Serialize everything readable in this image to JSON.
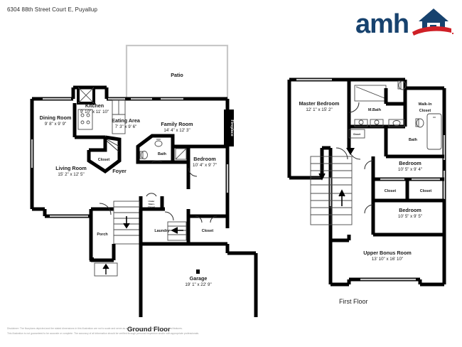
{
  "header": {
    "address": "6304 88th Street Court E, Puyallup",
    "logo": {
      "wordmark": "amh",
      "navy": "#17426e",
      "red": "#cf2027",
      "icon_name": "house-roof-icon"
    }
  },
  "captions": {
    "ground_floor": "Ground Floor",
    "first_floor": "First Floor"
  },
  "disclaimer": {
    "line1": "Disclaimer: The floorplans depicted and the stated dimensions in this illustration are not to scale and serve as an approximation of existing structures and features.",
    "line2": "This illustration is not guaranteed to be accurate or complete. The accuracy of all information should be verified through personal inspection and/or with appropriate professionals."
  },
  "ground_floor": {
    "rooms": [
      {
        "name": "Patio",
        "label": "Patio",
        "dims": ""
      },
      {
        "name": "Dining Room",
        "label": "Dining Room",
        "dims": "9' 8\" x 9' 9\""
      },
      {
        "name": "Kitchen",
        "label": "Kitchen",
        "dims": "9' 10\" x 11' 10\""
      },
      {
        "name": "Eating Area",
        "label": "Eating Area",
        "dims": "7' 3\" x 9' 6\""
      },
      {
        "name": "Family Room",
        "label": "Family Room",
        "dims": "14' 4\" x 12' 3\""
      },
      {
        "name": "Living Room",
        "label": "Living Room",
        "dims": "15' 2\" x 12' 5\""
      },
      {
        "name": "Bedroom",
        "label": "Bedroom",
        "dims": "10' 4\" x 9' 7\""
      },
      {
        "name": "Garage",
        "label": "Garage",
        "dims": "19' 1\" x 22' 9\""
      },
      {
        "name": "Foyer",
        "label": "Foyer",
        "dims": ""
      },
      {
        "name": "Bath",
        "label": "Bath",
        "dims": ""
      },
      {
        "name": "Closet",
        "label": "Closet",
        "dims": ""
      },
      {
        "name": "Laundry",
        "label": "Laundry",
        "dims": ""
      },
      {
        "name": "Porch",
        "label": "Porch",
        "dims": ""
      },
      {
        "name": "Closet2",
        "label": "Closet",
        "dims": ""
      },
      {
        "name": "Fireplace",
        "label": "Fireplace",
        "dims": ""
      },
      {
        "name": "Under Stairs Closet",
        "label": "Under Stairs Closet",
        "dims": ""
      }
    ]
  },
  "first_floor": {
    "rooms": [
      {
        "name": "Master Bedroom",
        "label": "Master Bedroom",
        "dims": "12' 1\" x 15' 2\""
      },
      {
        "name": "M.Bath",
        "label": "M.Bath",
        "dims": ""
      },
      {
        "name": "Walk-In Closet",
        "label": "Walk-In\nCloset",
        "dims": ""
      },
      {
        "name": "Bath",
        "label": "Bath",
        "dims": ""
      },
      {
        "name": "Bedroom Upper",
        "label": "Bedroom",
        "dims": "10' 5\" x 9' 4\""
      },
      {
        "name": "Bedroom Lower",
        "label": "Bedroom",
        "dims": "10' 5\" x 9' 5\""
      },
      {
        "name": "Upper Bonus Room",
        "label": "Upper Bonus Room",
        "dims": "13' 10\" x 16' 10\""
      },
      {
        "name": "Closet Left",
        "label": "Closet",
        "dims": ""
      },
      {
        "name": "Closet Right",
        "label": "Closet",
        "dims": ""
      },
      {
        "name": "Closet Small",
        "label": "Closet",
        "dims": ""
      }
    ]
  },
  "style": {
    "wall_color": "#000000",
    "thin_wall_color": "#cfcfcf",
    "text_color": "#1a1a1a",
    "fireplace_bg": "#000000",
    "fireplace_text": "#ffffff"
  }
}
